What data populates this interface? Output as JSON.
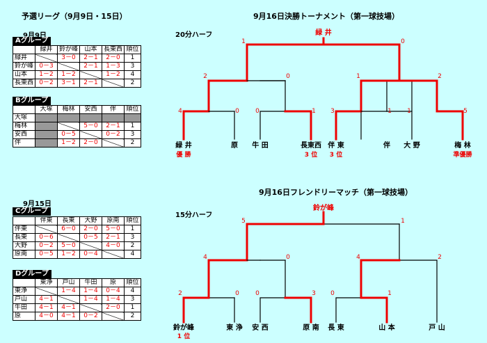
{
  "league_title": "予選リーグ（9月9日・15日）",
  "final_title": "9月16日決勝トーナメント（第一球技場）",
  "friendly_title": "9月16日フレンドリーマッチ（第一球技場）",
  "groups": [
    {
      "date": "9月9日",
      "label": "Aグループ",
      "columns": [
        "緑井",
        "鈴が峰",
        "山本",
        "長東西",
        "順位"
      ],
      "rows": [
        {
          "name": "緑井",
          "cells": [
            "",
            "3－0",
            "2－1",
            "2－0",
            "1"
          ]
        },
        {
          "name": "鈴が峰",
          "cells": [
            "0－3",
            "",
            "2－1",
            "1－3",
            "3"
          ]
        },
        {
          "name": "山本",
          "cells": [
            "1－2",
            "1－2",
            "",
            "1－2",
            "4"
          ]
        },
        {
          "name": "長東西",
          "cells": [
            "0－2",
            "3－1",
            "2－1",
            "",
            "2"
          ]
        }
      ]
    },
    {
      "date": "",
      "label": "Bグループ",
      "columns": [
        "大塚",
        "梅林",
        "安西",
        "伴",
        "順位"
      ],
      "rows": [
        {
          "name": "大塚",
          "cells": [
            "",
            "",
            "",
            "",
            ""
          ]
        },
        {
          "name": "梅林",
          "cells": [
            "",
            "",
            "5－0",
            "2－1",
            "1"
          ]
        },
        {
          "name": "安西",
          "cells": [
            "",
            "0－5",
            "",
            "0－2",
            "3"
          ]
        },
        {
          "name": "伴",
          "cells": [
            "",
            "1－2",
            "2－0",
            "",
            "2"
          ]
        }
      ]
    },
    {
      "date": "9月15日",
      "label": "Cグループ",
      "columns": [
        "伴東",
        "長東",
        "大野",
        "原南",
        "順位"
      ],
      "rows": [
        {
          "name": "伴東",
          "cells": [
            "",
            "6－0",
            "2－0",
            "5－0",
            "1"
          ]
        },
        {
          "name": "長東",
          "cells": [
            "0－6",
            "",
            "0－5",
            "2－1",
            "3"
          ]
        },
        {
          "name": "大野",
          "cells": [
            "0－2",
            "5－0",
            "",
            "4－0",
            "2"
          ]
        },
        {
          "name": "原南",
          "cells": [
            "0－5",
            "1－2",
            "0－4",
            "",
            "4"
          ]
        }
      ]
    },
    {
      "date": "",
      "label": "Dグループ",
      "columns": [
        "東浄",
        "戸山",
        "牛田",
        "原",
        "順位"
      ],
      "rows": [
        {
          "name": "東浄",
          "cells": [
            "",
            "1－4",
            "1－4",
            "0－4",
            "4"
          ]
        },
        {
          "name": "戸山",
          "cells": [
            "4－1",
            "",
            "1－4",
            "1－4",
            "3"
          ]
        },
        {
          "name": "牛田",
          "cells": [
            "4－1",
            "4－1",
            "",
            "2－0",
            "1"
          ]
        },
        {
          "name": "原",
          "cells": [
            "4－0",
            "4－1",
            "0－2",
            "",
            "2"
          ]
        }
      ]
    }
  ],
  "final": {
    "half": "20分ハーフ",
    "winner": "緑 井",
    "teams": [
      "緑 井",
      "原",
      "牛 田",
      "長東西",
      "伴 東",
      "伴",
      "大 野",
      "梅 林"
    ],
    "results": [
      "優 勝",
      "",
      "",
      "3 位",
      "3 位",
      "",
      "",
      "準優勝"
    ],
    "r1_scores": [
      "4",
      "0",
      "0",
      "1",
      "3",
      "1",
      "1",
      "5"
    ],
    "r2_scores": [
      "2",
      "0",
      "1",
      "2"
    ],
    "r3_scores": [
      "1",
      "0"
    ]
  },
  "friendly": {
    "half": "15分ハーフ",
    "winner": "鈴が峰",
    "teams": [
      "鈴が峰",
      "東 浄",
      "安 西",
      "原 南",
      "長 東",
      "山 本",
      "戸 山"
    ],
    "results": [
      "1 位",
      "",
      "",
      "",
      "",
      "",
      ""
    ],
    "r1_scores": [
      "2",
      "0",
      "0",
      "3",
      "0",
      "1"
    ],
    "r2_scores": [
      "4",
      "0",
      "4",
      "2"
    ],
    "r3_scores": [
      "5",
      "1"
    ]
  }
}
